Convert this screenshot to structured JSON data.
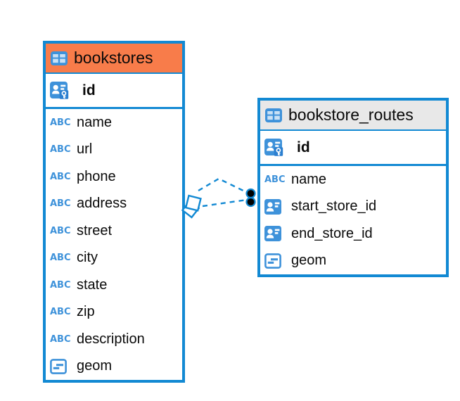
{
  "diagram": {
    "background": "#ffffff",
    "colors": {
      "table_border": "#1289D3",
      "relationship_line": "#1289D3",
      "icon_blue": "#3E92DA",
      "bookstores_header": "#F87C4A",
      "routes_header": "#E8E8E8",
      "text": "#0a0a0a",
      "relationship_dot_fill": "#000000"
    },
    "icon_labels": {
      "text_type": "ABC"
    },
    "tables": [
      {
        "name": "bookstores",
        "header_style": "highlighted-orange",
        "icon": "table-icon",
        "key_columns": [
          {
            "name": "id",
            "icon": "primary-key-icon"
          }
        ],
        "columns": [
          {
            "name": "name",
            "icon": "text-type-icon"
          },
          {
            "name": "url",
            "icon": "text-type-icon"
          },
          {
            "name": "phone",
            "icon": "text-type-icon"
          },
          {
            "name": "address",
            "icon": "text-type-icon"
          },
          {
            "name": "street",
            "icon": "text-type-icon"
          },
          {
            "name": "city",
            "icon": "text-type-icon"
          },
          {
            "name": "state",
            "icon": "text-type-icon"
          },
          {
            "name": "zip",
            "icon": "text-type-icon"
          },
          {
            "name": "description",
            "icon": "text-type-icon"
          },
          {
            "name": "geom",
            "icon": "geometry-type-icon"
          }
        ]
      },
      {
        "name": "bookstore_routes",
        "header_style": "plain-gray",
        "icon": "table-icon",
        "key_columns": [
          {
            "name": "id",
            "icon": "primary-key-icon"
          }
        ],
        "columns": [
          {
            "name": "name",
            "icon": "text-type-icon"
          },
          {
            "name": "start_store_id",
            "icon": "reference-type-icon"
          },
          {
            "name": "end_store_id",
            "icon": "reference-type-icon"
          },
          {
            "name": "geom",
            "icon": "geometry-type-icon"
          }
        ]
      }
    ],
    "relationships": [
      {
        "from_table": "bookstores",
        "to_table": "bookstore_routes",
        "line_style": "dashed",
        "source_marker": "diamond",
        "target_marker": "filled-dot"
      },
      {
        "from_table": "bookstores",
        "to_table": "bookstore_routes",
        "line_style": "dashed",
        "source_marker": "diamond",
        "target_marker": "filled-dot"
      }
    ]
  }
}
